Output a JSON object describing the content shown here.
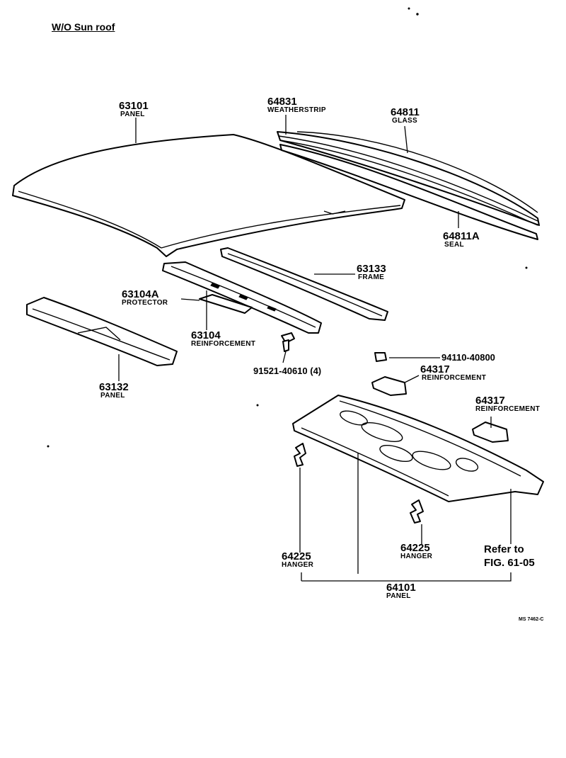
{
  "title": "W/O Sun roof",
  "drawing_code": "MS 7462-C",
  "parts": {
    "p63101": {
      "number": "63101",
      "name": "PANEL"
    },
    "p64831": {
      "number": "64831",
      "name": "WEATHERSTRIP"
    },
    "p64811": {
      "number": "64811",
      "name": "GLASS"
    },
    "p64811A": {
      "number": "64811A",
      "name": "SEAL"
    },
    "p63133": {
      "number": "63133",
      "name": "FRAME"
    },
    "p63104A": {
      "number": "63104A",
      "name": "PROTECTOR"
    },
    "p63104": {
      "number": "63104",
      "name": "REINFORCEMENT"
    },
    "p91521": {
      "number": "91521-40610 (4)"
    },
    "p63132": {
      "number": "63132",
      "name": "PANEL"
    },
    "p94110": {
      "number": "94110-40800"
    },
    "p64317a": {
      "number": "64317",
      "name": "REINFORCEMENT"
    },
    "p64317b": {
      "number": "64317",
      "name": "REINFORCEMENT"
    },
    "p64225a": {
      "number": "64225",
      "name": "HANGER"
    },
    "p64225b": {
      "number": "64225",
      "name": "HANGER"
    },
    "p64101": {
      "number": "64101",
      "name": "PANEL"
    }
  },
  "reference": {
    "line1": "Refer to",
    "line2": "FIG. 61-05"
  }
}
